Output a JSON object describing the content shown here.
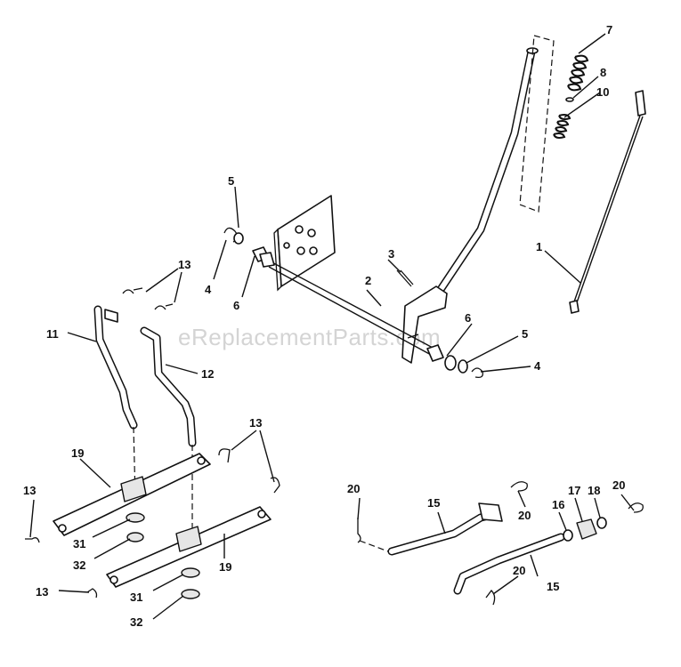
{
  "watermark": "eReplacementParts.com",
  "callouts": {
    "c1": "1",
    "c2": "2",
    "c3": "3",
    "c4a": "4",
    "c4b": "4",
    "c5a": "5",
    "c5b": "5",
    "c6a": "6",
    "c6b": "6",
    "c7": "7",
    "c8": "8",
    "c10": "10",
    "c11": "11",
    "c12": "12",
    "c13a": "13",
    "c13b": "13",
    "c13c": "13",
    "c13d": "13",
    "c15a": "15",
    "c15b": "15",
    "c16": "16",
    "c17": "17",
    "c18": "18",
    "c19a": "19",
    "c19b": "19",
    "c20a": "20",
    "c20b": "20",
    "c20c": "20",
    "c20d": "20",
    "c31a": "31",
    "c31b": "31",
    "c32a": "32",
    "c32b": "32"
  }
}
